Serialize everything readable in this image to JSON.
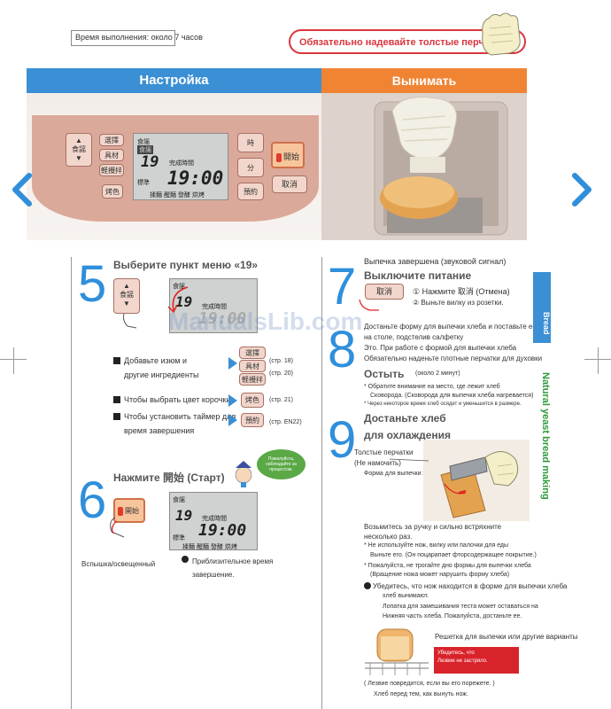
{
  "header": {
    "time_label": "Время выполнения: около 7 часов",
    "warning": "Обязательно надевайте толстые перчатки",
    "section_setup": "Настройка",
    "section_remove": "Вынимать"
  },
  "panel": {
    "btn_menu": "食謡",
    "btn_select": "選擇",
    "btn_ingredients": "具材",
    "btn_kneading": "軽攪拌",
    "btn_crust": "烤色",
    "btn_hour": "時",
    "btn_minute": "分",
    "btn_timer": "預約",
    "btn_start": "開始",
    "btn_cancel": "取消",
    "lcd_label": "食謡",
    "lcd_menu": "19",
    "lcd_complete": "完成時間",
    "lcd_time": "19:00",
    "lcd_standard": "標準",
    "lcd_status": "揉麵 醒麵 發酵 烘烤"
  },
  "step5": {
    "number": "5",
    "title": "Выберите пункт меню «19»",
    "item1_line1": "Добавьте изюм и",
    "item1_line2": "другие ингредиенты",
    "ref_a": "(стр. 18)",
    "ref_b": "(стр. 20)",
    "item2": "Чтобы выбрать цвет корочки",
    "ref_c": "(стр. 21)",
    "item3_line1": "Чтобы установить таймер для",
    "item3_line2": "время завершения",
    "ref_d": "(стр. EN22)"
  },
  "step6": {
    "number": "6",
    "title": "Нажмите 開始 (Старт)",
    "bubble": "Пожалуйста, наблюдайте за процессом.",
    "flash_label": "Вспышка/освещенный",
    "approx_line1": "Приблизительное время",
    "approx_line2": "завершение."
  },
  "step7": {
    "number": "7",
    "baking_done": "Выпечка завершена (звуковой сигнал)",
    "title": "Выключите питание",
    "sub1": "Нажмите 取消 (Отмена)",
    "sub2": "Выньте вилку из розетки."
  },
  "step8": {
    "number": "8",
    "line1": "Достаньте форму для выпечки хлеба и поставьте ее",
    "line2": "на столе, подстелив салфетку",
    "line3": "Это. При работе с формой для выпечки хлеба",
    "line4": "Обязательно наденьте плотные перчатки для духовки",
    "cool_title": "Остыть",
    "cool_time": "(около 2 минут)",
    "note1": "* Обратите внимание на место, где лежит хлеб",
    "note1b": "Сковорода. (Сковорода для выпечки хлеба нагревается)",
    "note2": "* Через некоторое время хлеб осядет и уменьшится в размере."
  },
  "step9": {
    "number": "9",
    "title_line1": "Достаньте хлеб",
    "title_line2": "для охлаждения",
    "glove_label": "Толстые перчатки",
    "glove_sub": "(Не намочить)",
    "pan_label": "Форма для выпечки хлеба",
    "shake_line1": "Возьмитесь за ручку и сильно встряхните",
    "shake_line2": "несколько раз.",
    "warn1": "* Не используйте нож, вилку или палочки для еды",
    "warn1b": "Выньте его. (Он поцарапает фторсодержащее покрытие.)",
    "warn2": "* Пожалуйста, не трогайте дно формы для выпечки хлеба",
    "warn2b": "(Вращение ножа может нарушить форму хлеба)",
    "check_line1": "Убедитесь, что нож находится в форме для выпечки хлеба",
    "check_line2": "хлеб вынимают.",
    "check_line3": "Лопатка для замешивания теста может оставаться на",
    "check_line4": "Нижняя часть хлеба. Пожалуйста, достаньте ее.",
    "rack_label": "Решетка для выпечки или другие варианты",
    "red_line1": "Убедитесь, что",
    "red_line2": "Лезвие не застряло.",
    "footer_line1": "( Лезвие повредится, если вы его порежете.     )",
    "footer_line2": "Хлеб перед тем, как вынуть нож."
  },
  "sidebar": {
    "label_bread": "Bread",
    "label_natural": "Natural yeast bread making"
  },
  "watermark": "ManualsLib.com",
  "colors": {
    "blue": "#3b8fd4",
    "orange": "#f08433",
    "red": "#d9363e",
    "green": "#2e9a3a"
  }
}
